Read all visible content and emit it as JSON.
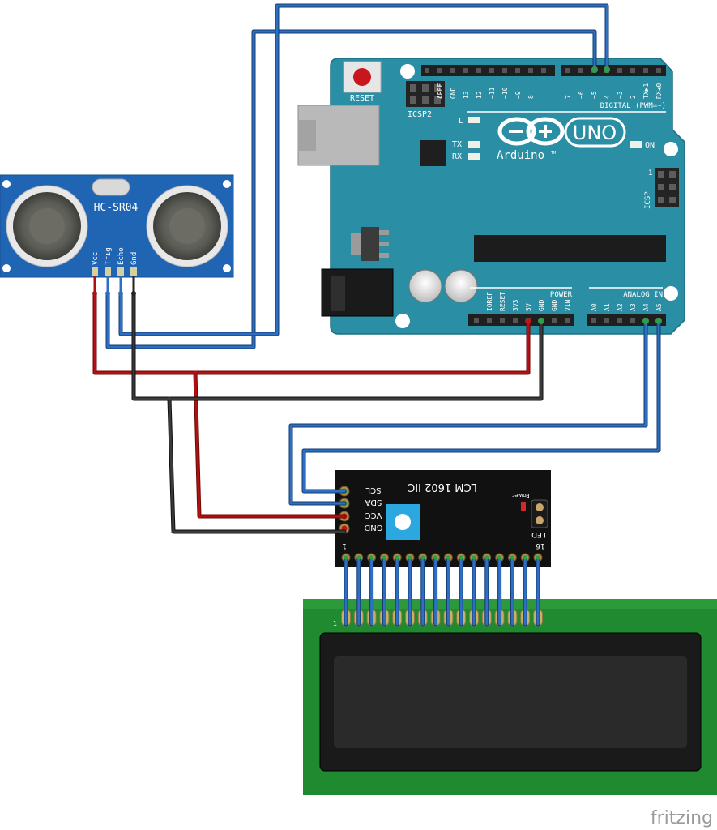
{
  "sensor": {
    "name": "HC-SR04",
    "pins": [
      "Vcc",
      "Trig",
      "Echo",
      "Gnd"
    ]
  },
  "arduino": {
    "reset": "RESET",
    "icsp2": "ICSP2",
    "icsp": "ICSP",
    "icsp_pin1": "1",
    "led_l": "L",
    "led_tx": "TX",
    "led_rx": "RX",
    "led_on": "ON",
    "brand": "Arduino",
    "trademark": "TM",
    "model": "UNO",
    "digital_label": "DIGITAL (PWM=~)",
    "digital_pins": [
      "AREF",
      "GND",
      "13",
      "12",
      "~11",
      "~10",
      "~9",
      "8",
      "7",
      "~6",
      "~5",
      "4",
      "~3",
      "2",
      "TX▶1",
      "RX◀0"
    ],
    "power_label": "POWER",
    "power_pins": [
      "IOREF",
      "RESET",
      "3V3",
      "5V",
      "GND",
      "GND",
      "VIN"
    ],
    "analog_label": "ANALOG IN",
    "analog_pins": [
      "A0",
      "A1",
      "A2",
      "A3",
      "A4",
      "A5"
    ]
  },
  "i2c_module": {
    "title": "LCM 1602 IIC",
    "pins": [
      "SCL",
      "SDA",
      "VCC",
      "GND"
    ],
    "power_label": "Power",
    "led_label": "LED",
    "pin_first": "1",
    "pin_last": "16"
  },
  "lcd": {
    "pin_one": "1"
  },
  "watermark": "fritzing",
  "colors": {
    "wire_signal": "#2f6fc2",
    "wire_power": "#b01010",
    "wire_ground": "#222222",
    "arduino_board": "#2a8ea4",
    "sensor_board": "#2064b4",
    "lcd_board": "#1f8a30",
    "module_board": "#111111"
  }
}
